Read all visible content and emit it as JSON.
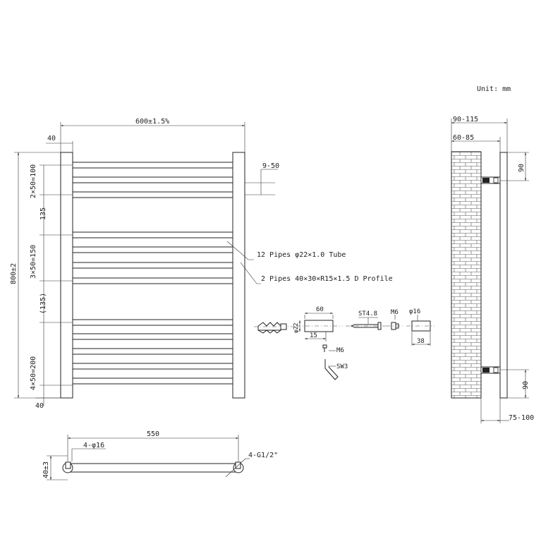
{
  "unit_label": "Unit: mm",
  "front_view": {
    "width_dim": "600±1.5%",
    "height_dim": "800±2",
    "top_offset": "40",
    "bottom_offset": "40",
    "spacing_top": "2×50=100",
    "gap_1": "135",
    "spacing_mid": "3×50=150",
    "gap_2": "(135)",
    "spacing_bottom": "4×50=200",
    "wall_gap": "9-50"
  },
  "callouts": {
    "tube": "12 Pipes φ22×1.0 Tube",
    "profile": "2 Pipes 40×30×R15×1.5 D Profile"
  },
  "parts": {
    "dia22": "φ22",
    "len60": "60",
    "len15": "15",
    "screw": "ST4.8",
    "m6_top": "M6",
    "dia16": "φ16",
    "len38": "38",
    "m6_bottom": "M6",
    "wrench": "SW3"
  },
  "side_view": {
    "depth_outer": "90-115",
    "depth_inner": "60-85",
    "bracket_top": "90",
    "bracket_bottom": "90",
    "wall_offset": "75-100"
  },
  "bottom_view": {
    "span": "550",
    "holes": "4-φ16",
    "connectors": "4-G1/2\"",
    "depth": "40±3"
  }
}
